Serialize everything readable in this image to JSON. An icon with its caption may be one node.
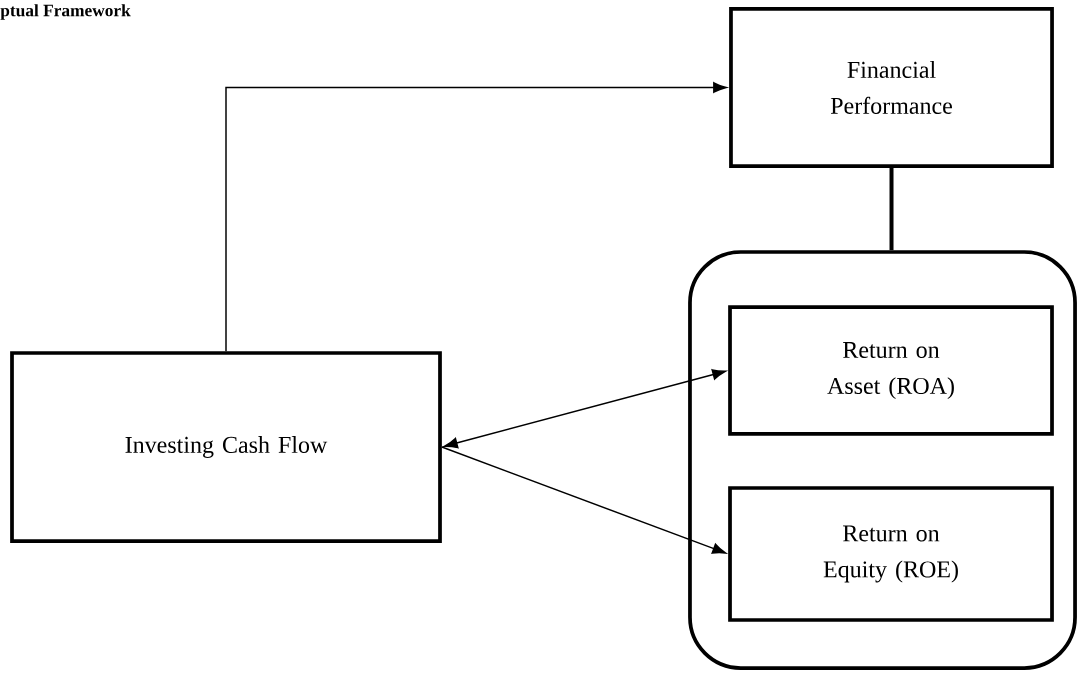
{
  "diagram": {
    "title": "ptual Framework",
    "nodes": [
      {
        "text": [
          "Financial Performance"
        ]
      },
      {
        "text": [],
        "shape": "box"
      },
      {
        "text": [
          "Return on Asset (ROA)"
        ],
        "in": 1
      },
      {
        "text": [
          "Return on Equity (ROE)"
        ],
        "in": 1
      },
      {
        "text": [
          "Investing Cash Flow"
        ]
      }
    ],
    "edges": [
      {
        "from": 4,
        "to": 0,
        "arrow": "to"
      },
      {
        "from": 0,
        "to": 1,
        "arrow": "none",
        "style": "thick"
      },
      {
        "from": 4,
        "to": 2,
        "arrow": "both"
      },
      {
        "from": 4,
        "to": 3,
        "arrow": "to"
      }
    ]
  }
}
